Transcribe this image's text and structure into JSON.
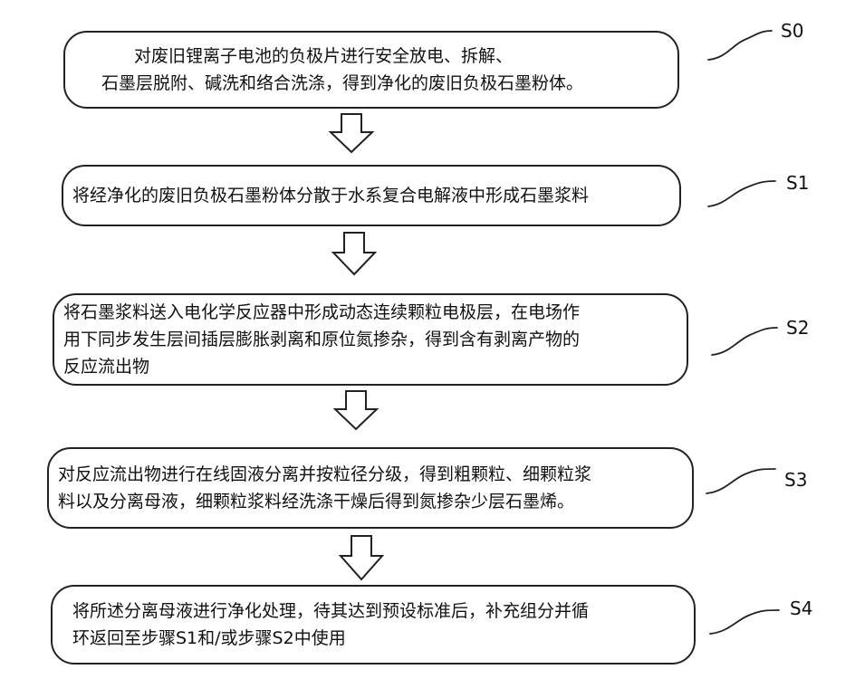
{
  "steps": [
    {
      "label": "S0",
      "lines": [
        "对废旧锂离子电池的负极片进行安全放电、拆解、",
        "石墨层脱附、碱洗和络合洗涤，得到净化的废旧负极石墨粉体。"
      ]
    },
    {
      "label": "S1",
      "lines": [
        "将经净化的废旧负极石墨粉体分散于水系复合电解液中形成石墨浆料"
      ]
    },
    {
      "label": "S2",
      "lines": [
        "将石墨浆料送入电化学反应器中形成动态连续颗粒电极层，在电场作",
        "用下同步发生层间插层膨胀剥离和原位氮掺杂，得到含有剥离产物的",
        "反应流出物"
      ]
    },
    {
      "label": "S3",
      "lines": [
        "对反应流出物进行在线固液分离并按粒径分级，得到粗颗粒、细颗粒浆",
        "料以及分离母液，细颗粒浆料经洗涤干燥后得到氮掺杂少层石墨烯。"
      ]
    },
    {
      "label": "S4",
      "lines": [
        "将所述分离母液进行净化处理，待其达到预设标准后，补充组分并循",
        "环返回至步骤S1和/或步骤S2中使用"
      ]
    }
  ]
}
